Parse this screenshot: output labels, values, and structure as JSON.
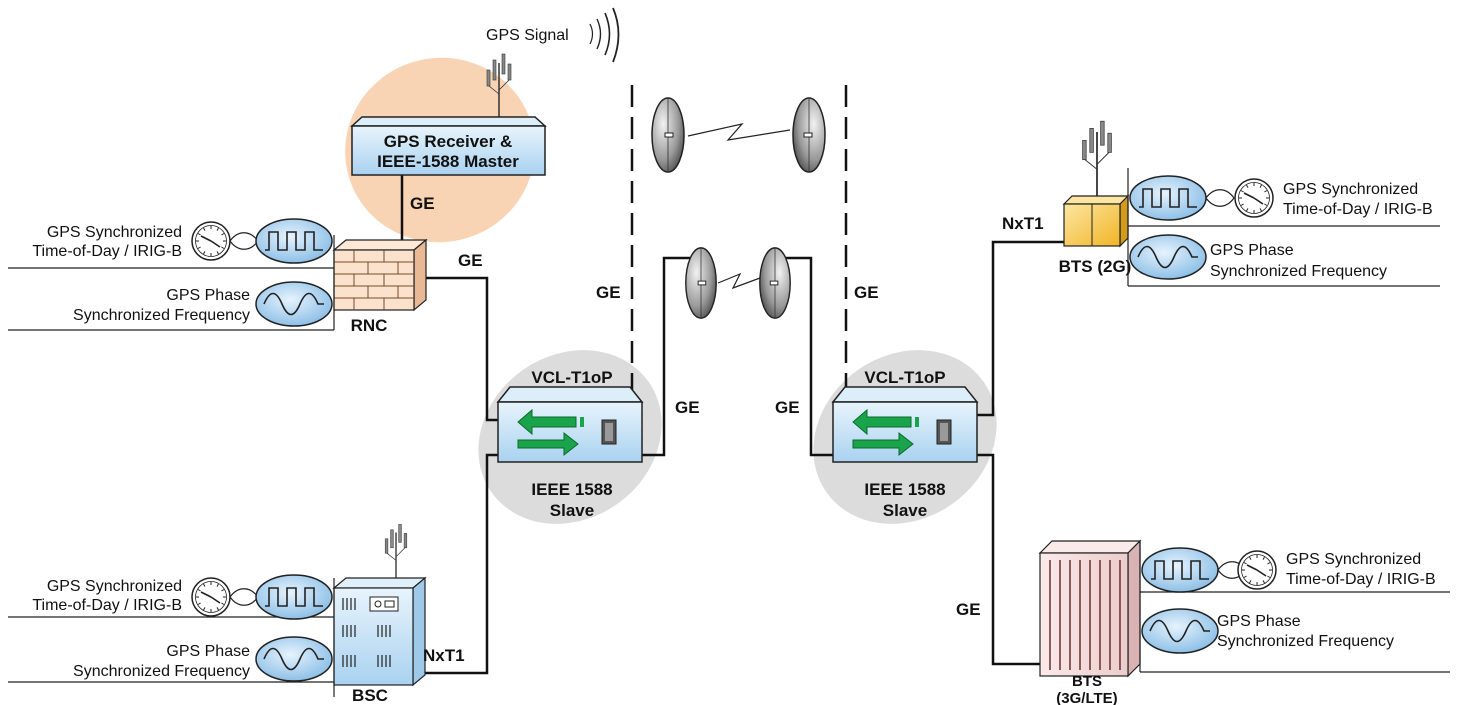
{
  "gps_signal": "GPS Signal",
  "gps_receiver": {
    "line1": "GPS Receiver &",
    "line2": "IEEE-1588 Master"
  },
  "ge": "GE",
  "nxt1": "NxT1",
  "rnc": "RNC",
  "bsc": "BSC",
  "bts_2g": "BTS (2G)",
  "bts_3g": {
    "line1": "BTS",
    "line2": "(3G/LTE)"
  },
  "vcl": "VCL-T1oP",
  "slave": {
    "line1": "IEEE 1588",
    "line2": "Slave"
  },
  "tod": {
    "line1": "GPS Synchronized",
    "line2": "Time-of-Day / IRIG-B"
  },
  "freq": {
    "line1": "GPS Phase",
    "line2": "Synchronized Frequency"
  },
  "colors": {
    "master_highlight": "#f8d3b4",
    "slave_highlight": "#dcdcdc",
    "device_blue": "#cfe6f7",
    "arrow_green": "#19a34a",
    "rnc_fill": "#fbe2cc",
    "bts2g_fill": "#f5c342"
  }
}
